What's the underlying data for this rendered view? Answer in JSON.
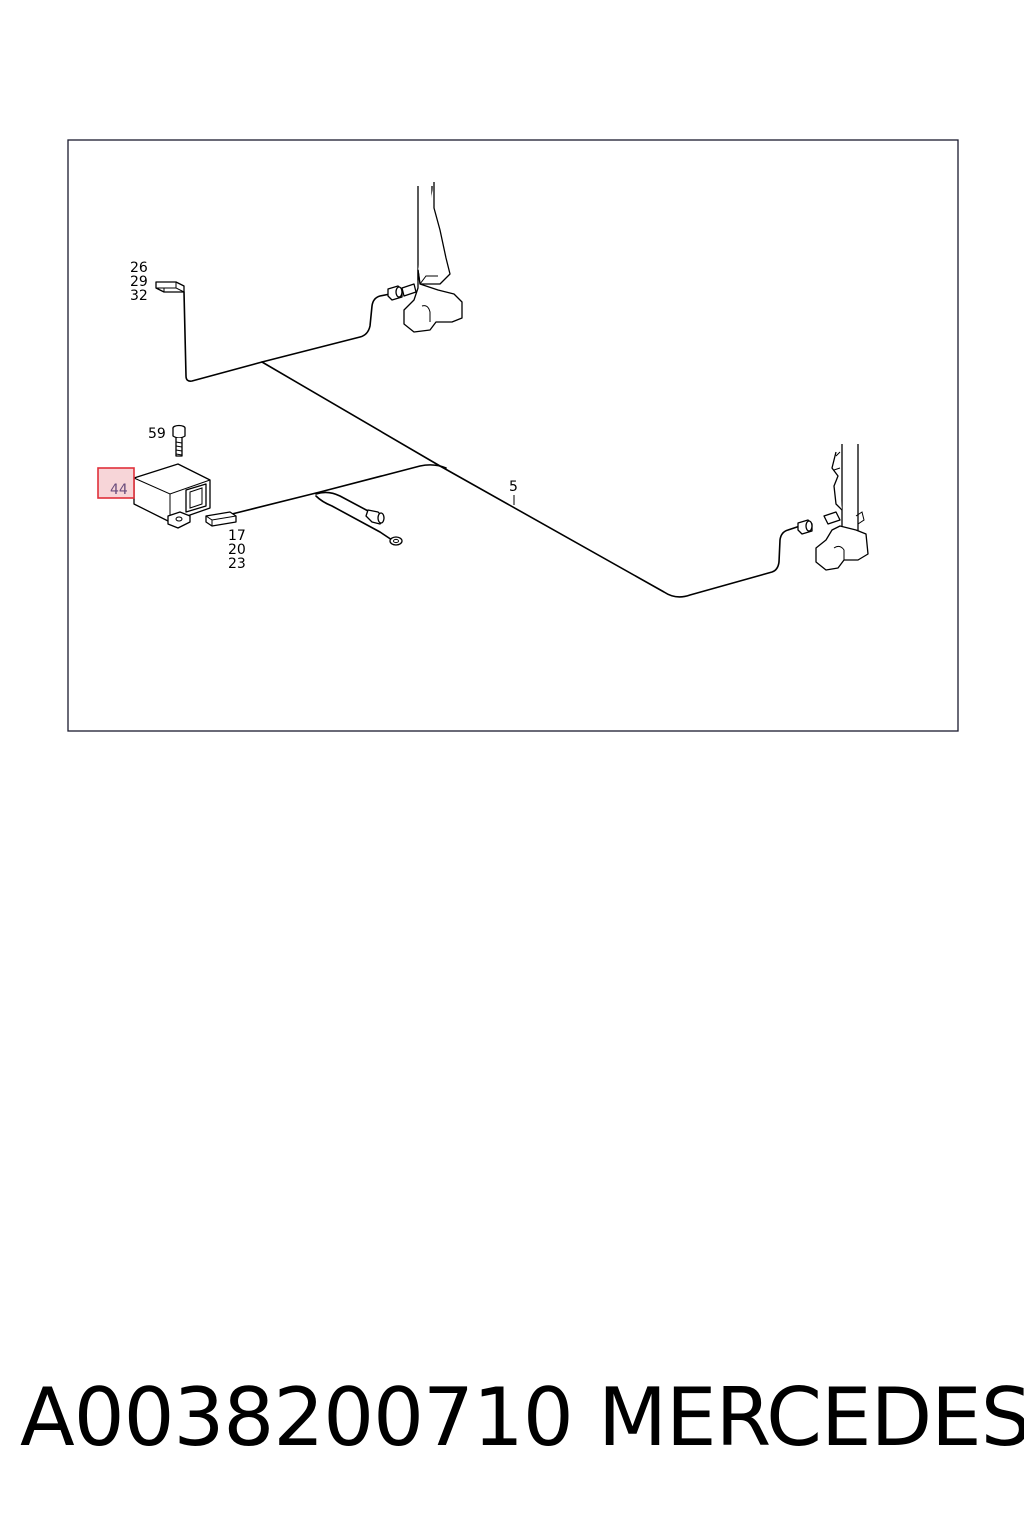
{
  "diagram": {
    "labels": {
      "top_left_connector": [
        "26",
        "29",
        "32"
      ],
      "bolt": "59",
      "control_unit": "44",
      "harness": "5",
      "bottom_connector": [
        "17",
        "20",
        "23"
      ]
    },
    "highlight_color": "#e0303a",
    "highlight_fill": "#f7d5d8"
  },
  "footer": {
    "part_number": "A0038200710",
    "brand": "MERCEDES"
  }
}
